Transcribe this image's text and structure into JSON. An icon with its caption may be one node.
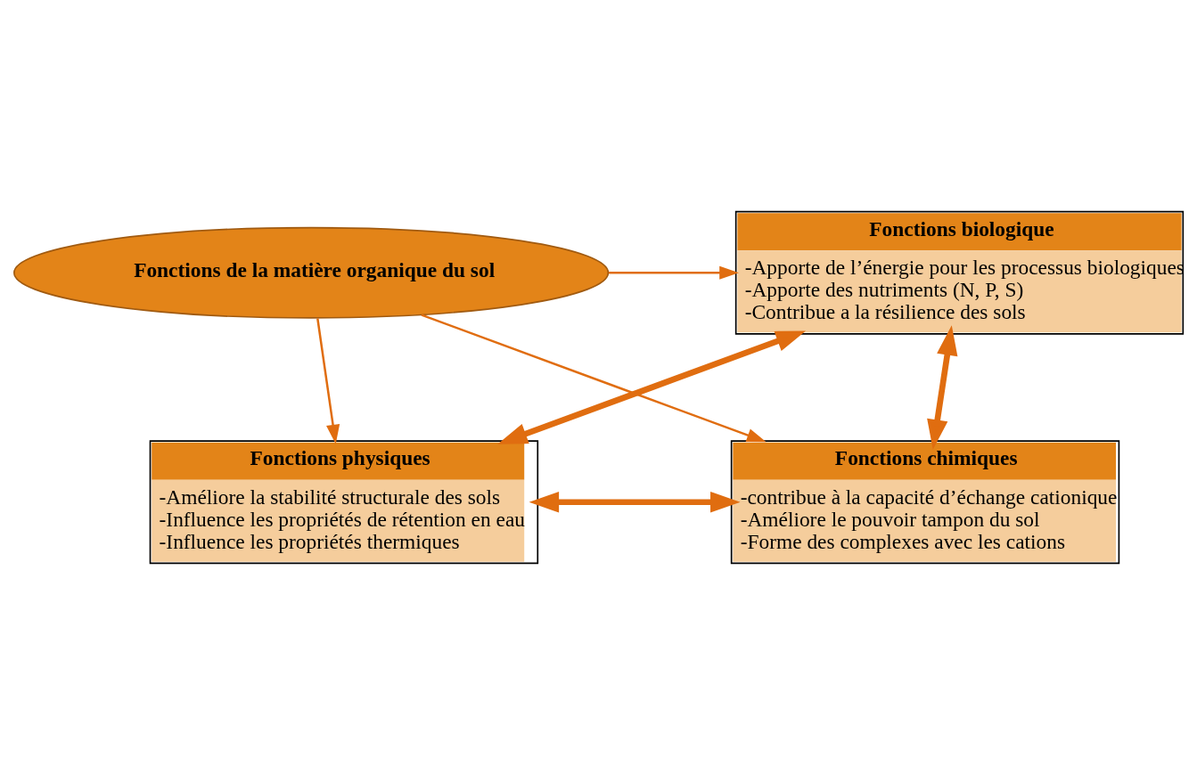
{
  "diagram": {
    "nodes": [
      {
        "text": [
          "Fonctions de la matière organique du sol"
        ]
      },
      {
        "text": [
          "Fonctions biologique",
          "-Apporte de l’énergie pour les processus biologiques",
          "-Apporte des nutriments (N, P, S)",
          "-Contribue a la résilience des sols"
        ]
      },
      {
        "text": [
          "Fonctions physiques",
          "-Améliore la stabilité structurale des sols",
          "-Influence les propriétés de rétention en eau",
          "-Influence les propriétés thermiques"
        ]
      },
      {
        "text": [
          "Fonctions chimiques",
          "-contribue à la capacité d’échange cationique",
          "-Améliore le pouvoir tampon du sol",
          "-Forme des complexes avec les cations"
        ]
      }
    ],
    "edges": [
      {
        "from": 0,
        "to": 1,
        "arrow": "to"
      },
      {
        "from": 0,
        "to": 2,
        "arrow": "to"
      },
      {
        "from": 0,
        "to": 3,
        "arrow": "to"
      },
      {
        "from": 1,
        "to": 2,
        "arrow": "both",
        "style": "thick"
      },
      {
        "from": 1,
        "to": 3,
        "arrow": "both",
        "style": "thick"
      },
      {
        "from": 2,
        "to": 3,
        "arrow": "both",
        "style": "thick"
      }
    ]
  }
}
